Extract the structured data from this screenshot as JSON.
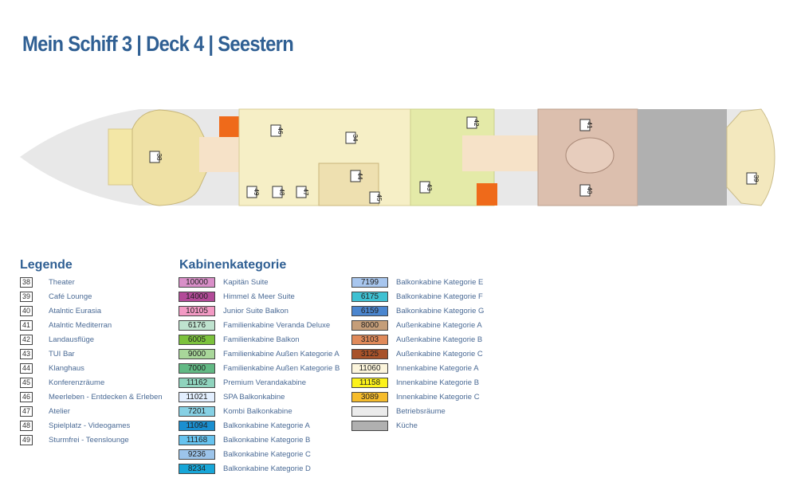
{
  "title": "Mein Schiff 3 | Deck 4 | Seestern",
  "ship_labels": [
    "38",
    "46",
    "34",
    "44",
    "45",
    "49",
    "48",
    "47",
    "42",
    "43",
    "41",
    "40",
    "39"
  ],
  "legend": {
    "heading": "Legende",
    "items": [
      {
        "num": "38",
        "label": "Theater"
      },
      {
        "num": "39",
        "label": "Café Lounge"
      },
      {
        "num": "40",
        "label": "Atalntic Eurasia"
      },
      {
        "num": "41",
        "label": "Atalntic Mediterran"
      },
      {
        "num": "42",
        "label": "Landausflüge"
      },
      {
        "num": "43",
        "label": "TUI Bar"
      },
      {
        "num": "44",
        "label": "Klanghaus"
      },
      {
        "num": "45",
        "label": "Konferenzräume"
      },
      {
        "num": "46",
        "label": "Meerleben - Entdecken & Erleben"
      },
      {
        "num": "47",
        "label": "Atelier"
      },
      {
        "num": "48",
        "label": "Spielplatz - Videogames"
      },
      {
        "num": "49",
        "label": "Sturmfrei - Teenslounge"
      }
    ]
  },
  "categories": {
    "heading": "Kabinenkategorie",
    "col1": [
      {
        "code": "10000",
        "label": "Kapitän Suite",
        "color": "#d98fc8"
      },
      {
        "code": "14000",
        "label": "Himmel & Meer Suite",
        "color": "#b24a98"
      },
      {
        "code": "10105",
        "label": "Junior Suite Balkon",
        "color": "#f39ac4"
      },
      {
        "code": "6176",
        "label": "Familienkabine Veranda Deluxe",
        "color": "#bfe3cf"
      },
      {
        "code": "6005",
        "label": "Familienkabine Balkon",
        "color": "#7cc23c"
      },
      {
        "code": "9000",
        "label": "Familienkabine Außen Kategorie A",
        "color": "#a9d79a"
      },
      {
        "code": "7000",
        "label": "Familienkabine Außen Kategorie B",
        "color": "#62b984"
      },
      {
        "code": "11162",
        "label": "Premium Verandakabine",
        "color": "#8fd3bd"
      },
      {
        "code": "11021",
        "label": "SPA Balkonkabine",
        "color": "#e3efff"
      },
      {
        "code": "7201",
        "label": "Kombi Balkonkabine",
        "color": "#86d0e4"
      },
      {
        "code": "11094",
        "label": "Balkonkabine Kategorie A",
        "color": "#1a8fd0"
      },
      {
        "code": "11168",
        "label": "Balkonkabine Kategorie B",
        "color": "#67c3ef"
      },
      {
        "code": "9236",
        "label": "Balkonkabine Kategorie C",
        "color": "#9cc4ea"
      },
      {
        "code": "8234",
        "label": "Balkonkabine Kategorie D",
        "color": "#17a6d8"
      }
    ],
    "col2": [
      {
        "code": "7199",
        "label": "Balkonkabine Kategorie E",
        "color": "#a8c6ee"
      },
      {
        "code": "6175",
        "label": "Balkonkabine Kategorie F",
        "color": "#3fc1d2"
      },
      {
        "code": "6159",
        "label": "Balkonkabine Kategorie G",
        "color": "#4b86cf"
      },
      {
        "code": "8000",
        "label": "Außenkabine Kategorie A",
        "color": "#c59e79"
      },
      {
        "code": "3103",
        "label": "Außenkabine Kategorie B",
        "color": "#e08a5a"
      },
      {
        "code": "3125",
        "label": "Außenkabine Kategorie C",
        "color": "#a8522a"
      },
      {
        "code": "11060",
        "label": "Innenkabine Kategorie A",
        "color": "#fcf5dc"
      },
      {
        "code": "11158",
        "label": "Innenkabine Kategorie B",
        "color": "#fcf21c"
      },
      {
        "code": "3089",
        "label": "Innenkabine Kategorie C",
        "color": "#f6bc2c"
      },
      {
        "code": "",
        "label": "Betriebsräume",
        "color": "#ebebeb"
      },
      {
        "code": "",
        "label": "Küche",
        "color": "#b0b0b0"
      }
    ]
  }
}
